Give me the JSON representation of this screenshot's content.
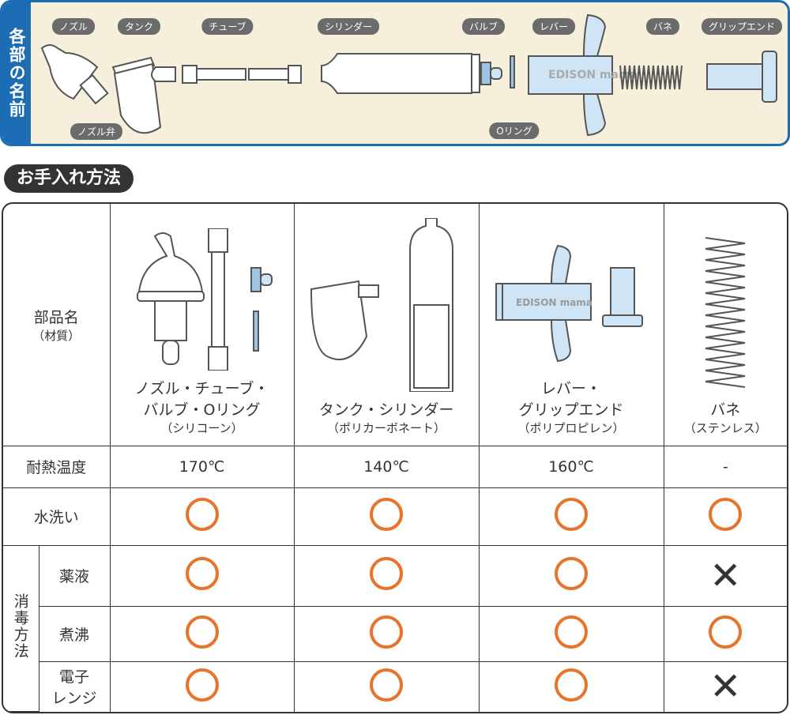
{
  "parts_panel": {
    "title": "各部の名前",
    "labels": {
      "nozzle": "ノズル",
      "nozzle_valve": "ノズル弁",
      "tank": "タンク",
      "tube": "チューブ",
      "cylinder": "シリンダー",
      "bulb": "バルブ",
      "o_ring": "Oリング",
      "lever": "レバー",
      "spring": "バネ",
      "grip_end": "グリップエンド"
    },
    "brand": "EDISON mama"
  },
  "section_title": "お手入れ方法",
  "table": {
    "header_label": "部品名",
    "header_sub": "（材質）",
    "columns": [
      {
        "name_line1": "ノズル・チューブ・",
        "name_line2": "バルブ・Oリング",
        "material": "（シリコーン）",
        "heat": "170℃",
        "wash": "ok",
        "chemical": "ok",
        "boil": "ok",
        "microwave": "ok"
      },
      {
        "name_line1": "",
        "name_line2": "タンク・シリンダー",
        "material": "（ポリカーボネート）",
        "heat": "140℃",
        "wash": "ok",
        "chemical": "ok",
        "boil": "ok",
        "microwave": "ok"
      },
      {
        "name_line1": "レバー・",
        "name_line2": "グリップエンド",
        "material": "（ポリプロピレン）",
        "heat": "160℃",
        "wash": "ok",
        "chemical": "ok",
        "boil": "ok",
        "microwave": "ok"
      },
      {
        "name_line1": "",
        "name_line2": "バネ",
        "material": "（ステンレス）",
        "heat": "-",
        "wash": "ok",
        "chemical": "ng",
        "boil": "ok",
        "microwave": "ng"
      }
    ],
    "rows": {
      "heat": "耐熱温度",
      "wash": "水洗い",
      "disinfect_group": "消毒方法",
      "chemical": "薬液",
      "boil": "煮沸",
      "microwave_line1": "電子",
      "microwave_line2": "レンジ"
    },
    "symbols": {
      "ok": "○",
      "ng": "✕"
    }
  },
  "colors": {
    "blue": "#1d6db5",
    "orange": "#e8742c",
    "cream": "#f5efdc",
    "part_blue": "#cfe4f4"
  }
}
